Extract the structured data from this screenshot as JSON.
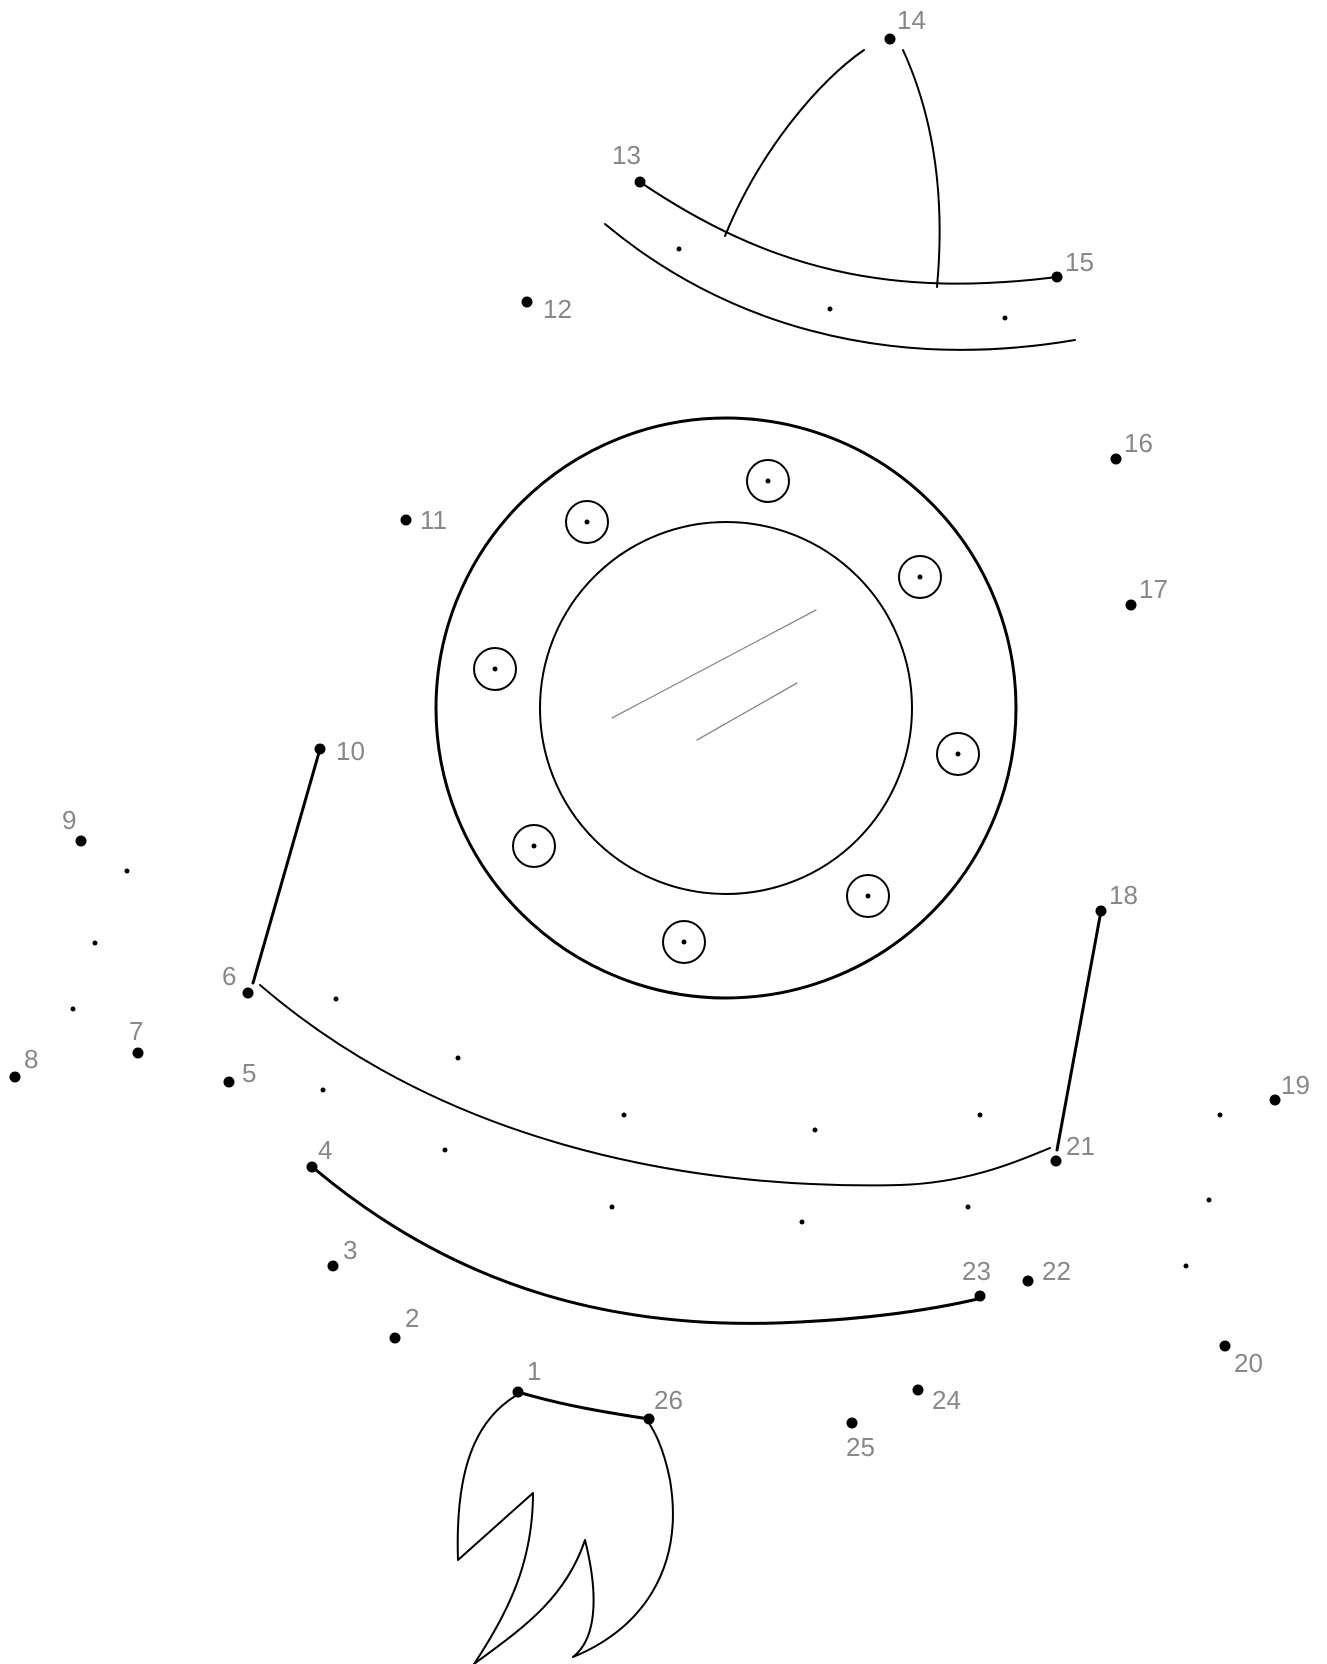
{
  "colors": {
    "line": "#000000",
    "label": "#888888",
    "background": "#ffffff"
  },
  "dots": [
    {
      "label": "1"
    },
    {
      "label": "2"
    },
    {
      "label": "3"
    },
    {
      "label": "4"
    },
    {
      "label": "5"
    },
    {
      "label": "6"
    },
    {
      "label": "7"
    },
    {
      "label": "8"
    },
    {
      "label": "9"
    },
    {
      "label": "10"
    },
    {
      "label": "11"
    },
    {
      "label": "12"
    },
    {
      "label": "13"
    },
    {
      "label": "14"
    },
    {
      "label": "15"
    },
    {
      "label": "16"
    },
    {
      "label": "17"
    },
    {
      "label": "18"
    },
    {
      "label": "19"
    },
    {
      "label": "20"
    },
    {
      "label": "21"
    },
    {
      "label": "22"
    },
    {
      "label": "23"
    },
    {
      "label": "24"
    },
    {
      "label": "25"
    },
    {
      "label": "26"
    }
  ]
}
